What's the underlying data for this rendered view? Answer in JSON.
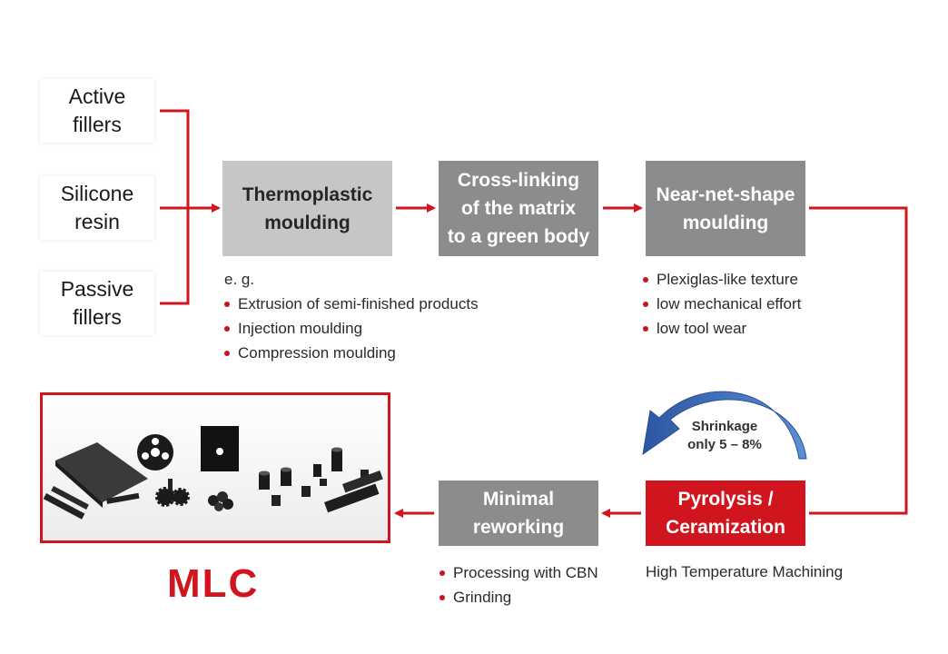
{
  "inputs": [
    {
      "line1": "Active",
      "line2": "fillers"
    },
    {
      "line1": "Silicone",
      "line2": "resin"
    },
    {
      "line1": "Passive",
      "line2": "fillers"
    }
  ],
  "steps": {
    "thermoplastic": {
      "line1": "Thermoplastic",
      "line2": "moulding"
    },
    "crosslinking": {
      "line1": "Cross-linking",
      "line2": "of the matrix",
      "line3": "to a green body"
    },
    "nearnet": {
      "line1": "Near-net-shape",
      "line2": "moulding"
    },
    "pyrolysis": {
      "line1": "Pyrolysis /",
      "line2": "Ceramization"
    },
    "reworking": {
      "line1": "Minimal",
      "line2": "reworking"
    }
  },
  "thermoplastic_notes": {
    "prefix": "e. g.",
    "items": [
      "Extrusion of semi-finished products",
      "Injection moulding",
      "Compression moulding"
    ]
  },
  "nearnet_notes": {
    "items": [
      "Plexiglas-like texture",
      "low mechanical effort",
      "low tool wear"
    ]
  },
  "reworking_notes": {
    "items": [
      "Processing with CBN",
      "Grinding"
    ]
  },
  "pyrolysis_note": "High Temperature Machining",
  "shrinkage": {
    "line1": "Shrinkage",
    "line2": "only 5 – 8%"
  },
  "product_label": "MLC",
  "colors": {
    "accent_red": "#d0151e",
    "box_light": "#c6c6c6",
    "box_gray": "#8c8c8c",
    "shrink_arrow": "#2f5ea8"
  }
}
